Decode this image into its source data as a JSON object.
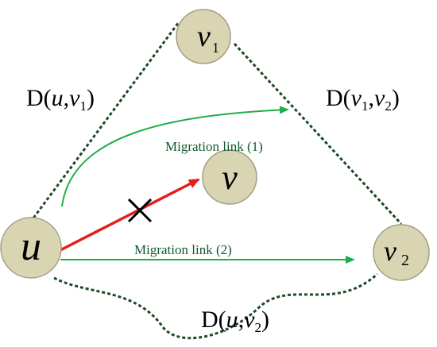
{
  "nodes": {
    "u": {
      "label": "u",
      "sub": ""
    },
    "v": {
      "label": "v",
      "sub": ""
    },
    "v1": {
      "label": "v",
      "sub": "1"
    },
    "v2": {
      "label": "v",
      "sub": "2"
    }
  },
  "distances": {
    "u_v1": {
      "d": "D(",
      "a": "u",
      "comma": ",",
      "b": "v",
      "sub": "1",
      "close": ")"
    },
    "v1_v2": {
      "d": "D(",
      "a": "v",
      "asub": "1",
      "comma": ",",
      "b": "v",
      "sub": "2",
      "close": ")"
    },
    "u_v2": {
      "d": "D(",
      "a": "u",
      "comma": ",",
      "b": "v",
      "sub": "2",
      "close": ")"
    }
  },
  "links": {
    "migration_1": "Migration link (1)",
    "migration_2": "Migration link (2)"
  },
  "colors": {
    "node_fill": "#d9d5b3",
    "dotted_path": "#1e4a25",
    "migration_link": "#1fae4a",
    "failed_link": "#e3201b",
    "cross_mark": "#000000"
  }
}
